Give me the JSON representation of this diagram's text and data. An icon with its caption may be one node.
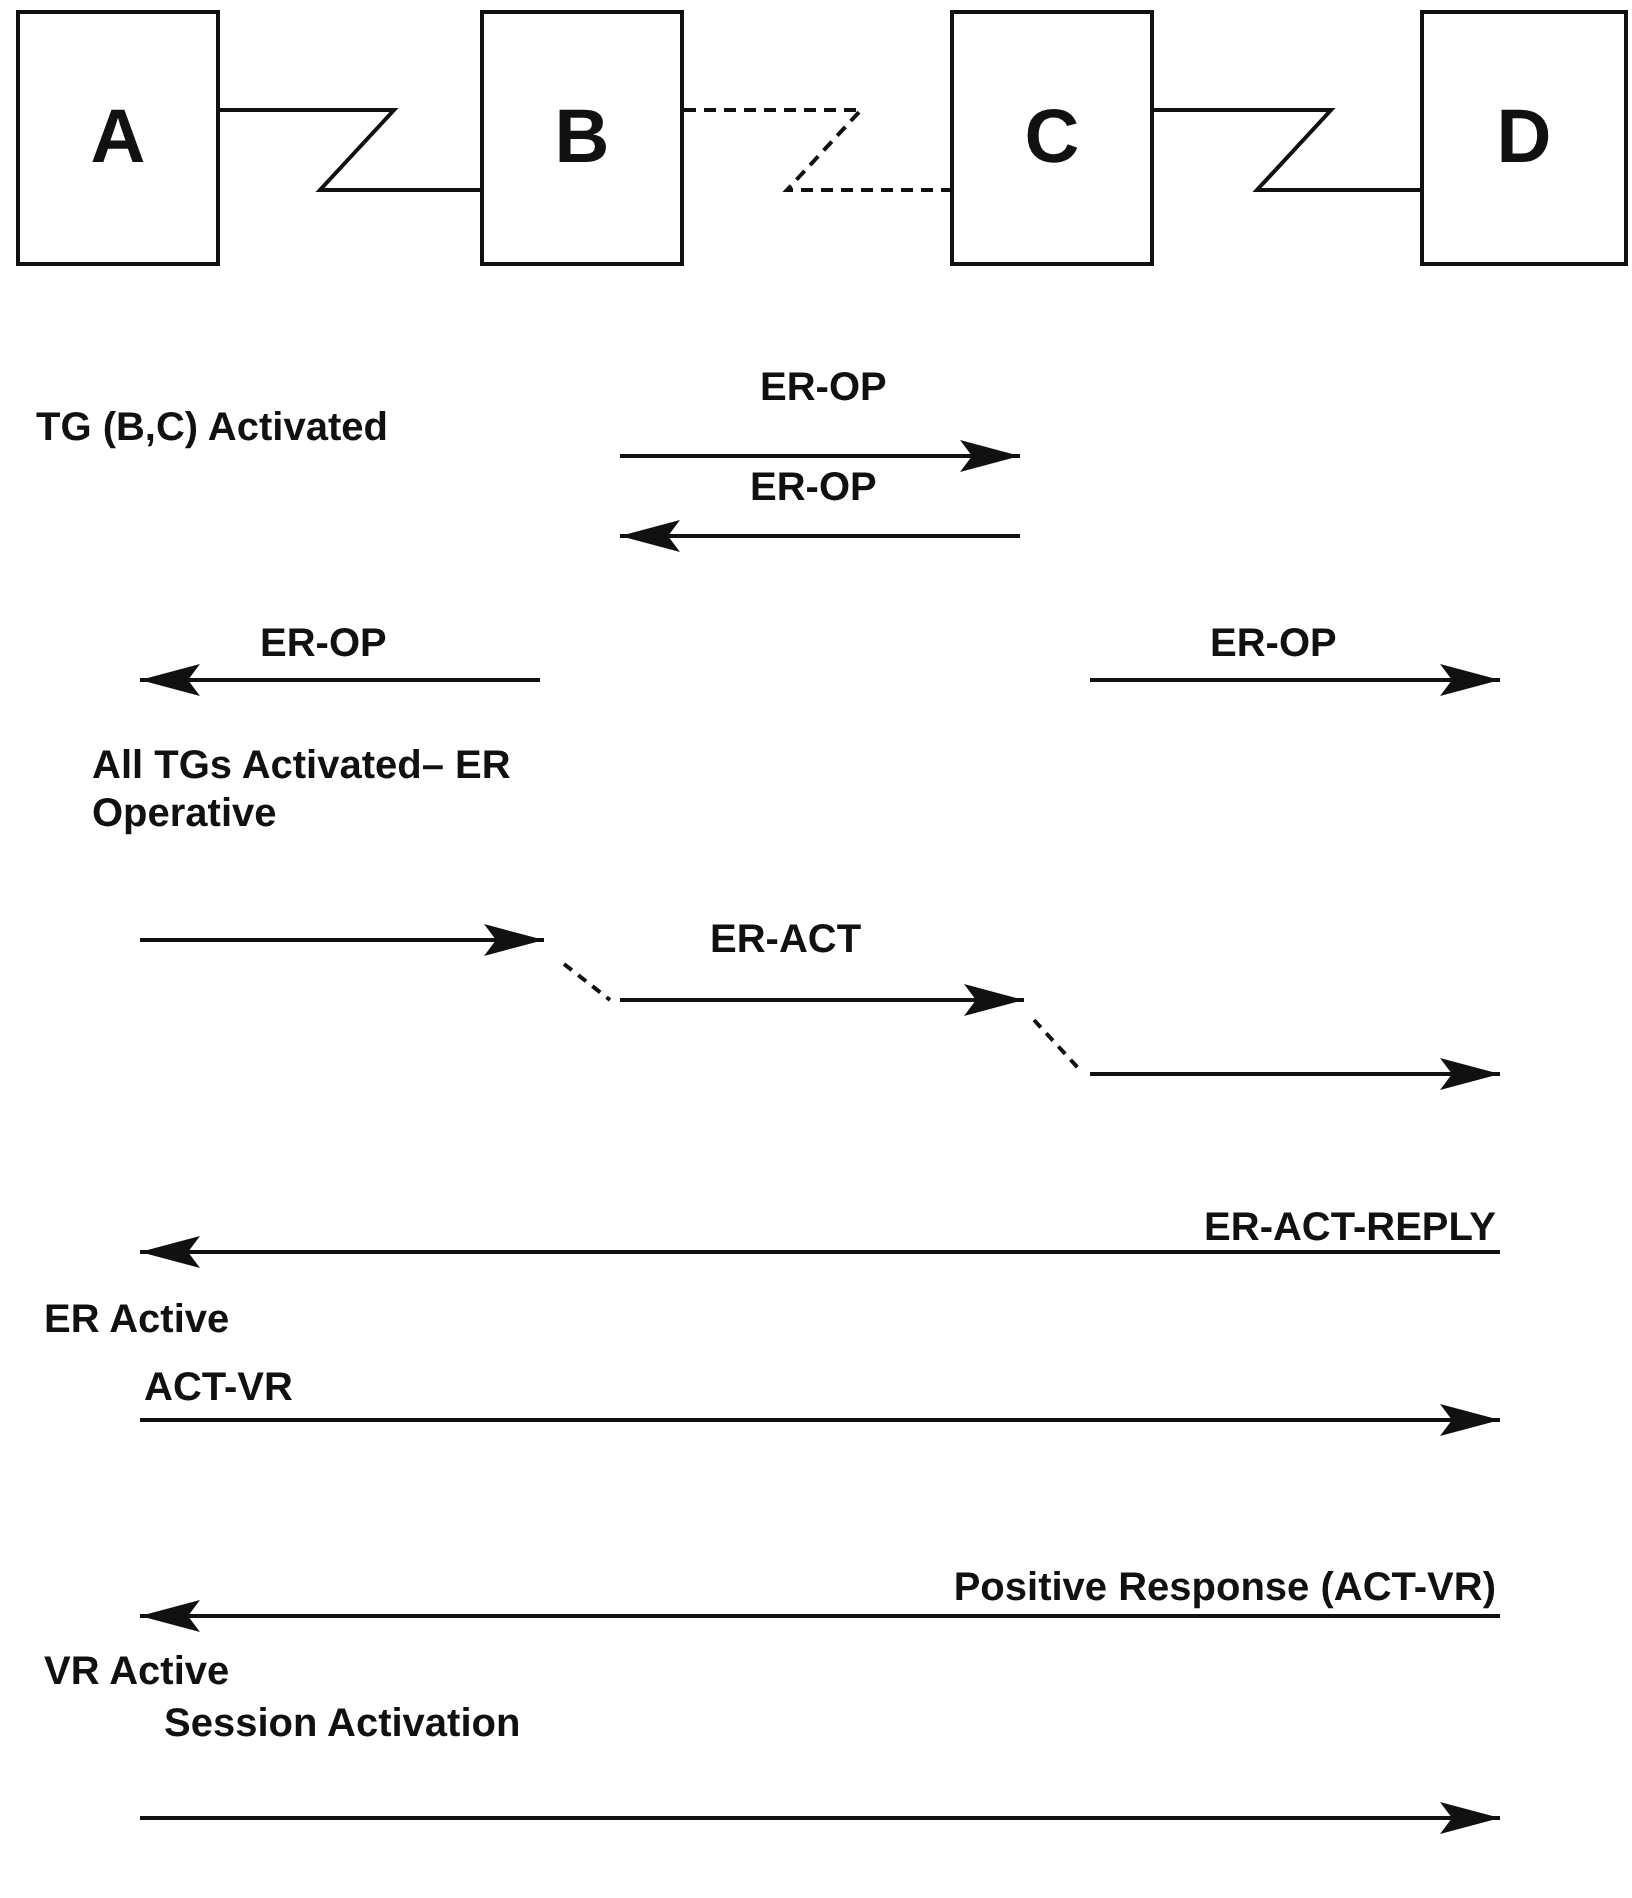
{
  "diagram": {
    "nodes": [
      {
        "text": [
          "A"
        ]
      },
      {
        "text": [
          "B"
        ]
      },
      {
        "text": [
          "C"
        ]
      },
      {
        "text": [
          "D"
        ]
      }
    ],
    "edges": [
      {
        "from": 0,
        "to": 1,
        "arrow": "none"
      },
      {
        "from": 1,
        "to": 2,
        "arrow": "none",
        "style": "dashed"
      },
      {
        "from": 2,
        "to": 3,
        "arrow": "none"
      }
    ],
    "labels": [
      "TG (B,C) Activated",
      "ER-OP",
      "ER-OP",
      "ER-OP",
      "ER-OP",
      "All TGs Activated– ER Operative",
      "ER-ACT",
      "ER-ACT-REPLY",
      "ER Active",
      "ACT-VR",
      "Positive Response (ACT-VR)",
      "VR Active",
      "Session Activation"
    ]
  }
}
